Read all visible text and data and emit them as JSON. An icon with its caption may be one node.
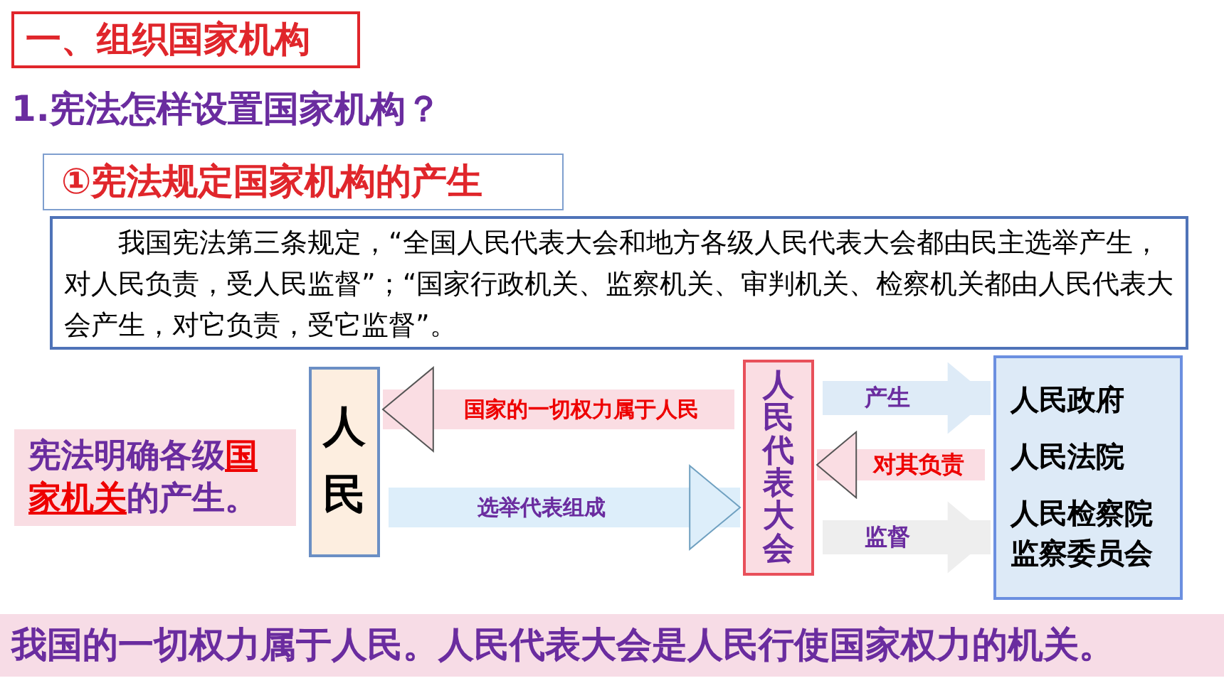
{
  "diagram": {
    "title": "一、组织国家机构",
    "nodes": [
      {
        "text": [
          "人民"
        ]
      },
      {
        "text": [
          "人民代表大会"
        ]
      },
      {
        "text": [
          "人民政府",
          "人民法院",
          "人民检察院",
          "监察委员会"
        ]
      }
    ],
    "edges": [
      {
        "from": 1,
        "to": 0,
        "arrow": "to",
        "label": "国家的一切权力属于人民"
      },
      {
        "from": 0,
        "to": 1,
        "arrow": "to",
        "label": "选举代表组成"
      },
      {
        "from": 1,
        "to": 2,
        "arrow": "to",
        "label": "产生"
      },
      {
        "from": 2,
        "to": 1,
        "arrow": "to",
        "label": "对其负责"
      },
      {
        "from": 1,
        "to": 2,
        "arrow": "to",
        "label": "监督"
      }
    ],
    "labels": [
      "1.宪法怎样设置国家机构？",
      "①宪法规定国家机构的产生",
      "我国宪法第三条规定，“全国人民代表大会和地方各级人民代表大会都由民主选举产生，对人民负责，受人民监督”；“国家行政机关、监察机关、审判机关、检察机关都由人民代表大会产生，对它负责，受它监督”。",
      "宪法明确各级**国家机关**的产生。",
      "我国的一切权力属于人民。人民代表大会是人民行使国家权力的机关。"
    ]
  }
}
